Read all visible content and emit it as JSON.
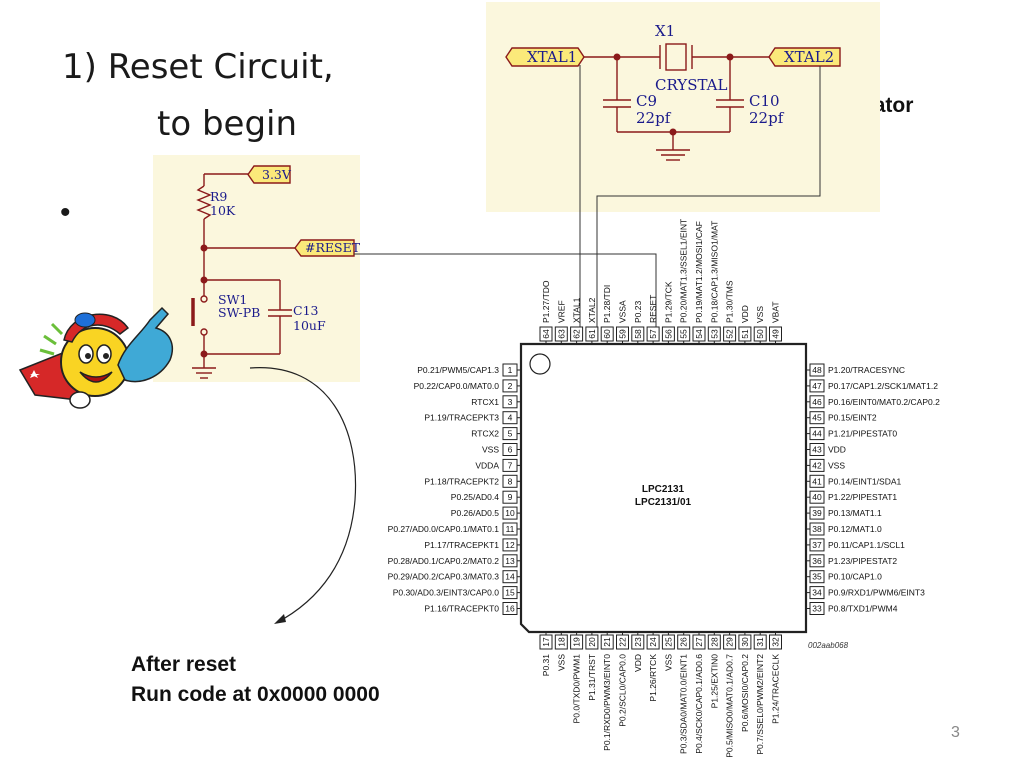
{
  "slide": {
    "title": "1) Reset Circuit,",
    "subtitle": "to begin",
    "bullet": "•",
    "oscillator_label": "oscillator",
    "after_reset_line1": "After reset",
    "after_reset_line2": "Run code at 0x0000 0000",
    "page_number": "3"
  },
  "oscillator_circuit": {
    "xtal1": "XTAL1",
    "xtal2": "XTAL2",
    "x1": "X1",
    "crystal": "CRYSTAL",
    "c9": "C9",
    "c9_value": "22pf",
    "c10": "C10",
    "c10_value": "22pf"
  },
  "reset_circuit": {
    "supply": "3.3V",
    "r9": "R9",
    "r9_value": "10K",
    "reset": "#RESET",
    "sw1": "SW1",
    "sw1_type": "SW-PB",
    "c13": "C13",
    "c13_value": "10uF"
  },
  "chip": {
    "name1": "LPC2131",
    "name2": "LPC2131/01",
    "code": "002aab068",
    "left_pins": [
      {
        "num": "1",
        "label": "P0.21/PWM5/CAP1.3"
      },
      {
        "num": "2",
        "label": "P0.22/CAP0.0/MAT0.0"
      },
      {
        "num": "3",
        "label": "RTCX1"
      },
      {
        "num": "4",
        "label": "P1.19/TRACEPKT3"
      },
      {
        "num": "5",
        "label": "RTCX2"
      },
      {
        "num": "6",
        "label": "VSS"
      },
      {
        "num": "7",
        "label": "VDDA"
      },
      {
        "num": "8",
        "label": "P1.18/TRACEPKT2"
      },
      {
        "num": "9",
        "label": "P0.25/AD0.4"
      },
      {
        "num": "10",
        "label": "P0.26/AD0.5"
      },
      {
        "num": "11",
        "label": "P0.27/AD0.0/CAP0.1/MAT0.1"
      },
      {
        "num": "12",
        "label": "P1.17/TRACEPKT1"
      },
      {
        "num": "13",
        "label": "P0.28/AD0.1/CAP0.2/MAT0.2"
      },
      {
        "num": "14",
        "label": "P0.29/AD0.2/CAP0.3/MAT0.3"
      },
      {
        "num": "15",
        "label": "P0.30/AD0.3/EINT3/CAP0.0"
      },
      {
        "num": "16",
        "label": "P1.16/TRACEPKT0"
      }
    ],
    "right_pins": [
      {
        "num": "48",
        "label": "P1.20/TRACESYNC"
      },
      {
        "num": "47",
        "label": "P0.17/CAP1.2/SCK1/MAT1.2"
      },
      {
        "num": "46",
        "label": "P0.16/EINT0/MAT0.2/CAP0.2"
      },
      {
        "num": "45",
        "label": "P0.15/EINT2"
      },
      {
        "num": "44",
        "label": "P1.21/PIPESTAT0"
      },
      {
        "num": "43",
        "label": "VDD"
      },
      {
        "num": "42",
        "label": "VSS"
      },
      {
        "num": "41",
        "label": "P0.14/EINT1/SDA1"
      },
      {
        "num": "40",
        "label": "P1.22/PIPESTAT1"
      },
      {
        "num": "39",
        "label": "P0.13/MAT1.1"
      },
      {
        "num": "38",
        "label": "P0.12/MAT1.0"
      },
      {
        "num": "37",
        "label": "P0.11/CAP1.1/SCL1"
      },
      {
        "num": "36",
        "label": "P1.23/PIPESTAT2"
      },
      {
        "num": "35",
        "label": "P0.10/CAP1.0"
      },
      {
        "num": "34",
        "label": "P0.9/RXD1/PWM6/EINT3"
      },
      {
        "num": "33",
        "label": "P0.8/TXD1/PWM4"
      }
    ],
    "top_pins": [
      {
        "num": "64",
        "label": "P1.27/TDO"
      },
      {
        "num": "63",
        "label": "VREF"
      },
      {
        "num": "62",
        "label": "XTAL1"
      },
      {
        "num": "61",
        "label": "XTAL2"
      },
      {
        "num": "60",
        "label": "P1.28/TDI"
      },
      {
        "num": "59",
        "label": "VSSA"
      },
      {
        "num": "58",
        "label": "P0.23"
      },
      {
        "num": "57",
        "label": "RESET"
      },
      {
        "num": "56",
        "label": "P1.29/TCK"
      },
      {
        "num": "55",
        "label": "P0.20/MAT1.3/SSEL1/EINT"
      },
      {
        "num": "54",
        "label": "P0.19/MAT1.2/MOSI1/CAF"
      },
      {
        "num": "53",
        "label": "P0.18/CAP1.3/MISO1/MAT"
      },
      {
        "num": "52",
        "label": "P1.30/TMS"
      },
      {
        "num": "51",
        "label": "VDD"
      },
      {
        "num": "50",
        "label": "VSS"
      },
      {
        "num": "49",
        "label": "VBAT"
      }
    ],
    "bottom_pins": [
      {
        "num": "17",
        "label": "P0.31"
      },
      {
        "num": "18",
        "label": "VSS"
      },
      {
        "num": "19",
        "label": "P0.0/TXD0/PWM1"
      },
      {
        "num": "20",
        "label": "P1.31/TRST"
      },
      {
        "num": "21",
        "label": "P0.1/RXD0/PWM3/EINT0"
      },
      {
        "num": "22",
        "label": "P0.2/SCL0/CAP0.0"
      },
      {
        "num": "23",
        "label": "VDD"
      },
      {
        "num": "24",
        "label": "P1.26/RTCK"
      },
      {
        "num": "25",
        "label": "VSS"
      },
      {
        "num": "26",
        "label": "P0.3/SDA0/MAT0.0/EINT1"
      },
      {
        "num": "27",
        "label": "P0.4/SCK0/CAP0.1/AD0.6"
      },
      {
        "num": "28",
        "label": "P1.25/EXTIN0"
      },
      {
        "num": "29",
        "label": "P0.5/MISO0/MAT0.1/AD0.7"
      },
      {
        "num": "30",
        "label": "P0.6/MOSI0/CAP0.2"
      },
      {
        "num": "31",
        "label": "P0.7/SSEL0/PWM2/EINT2"
      },
      {
        "num": "32",
        "label": "P1.24/TRACECLK"
      }
    ]
  }
}
